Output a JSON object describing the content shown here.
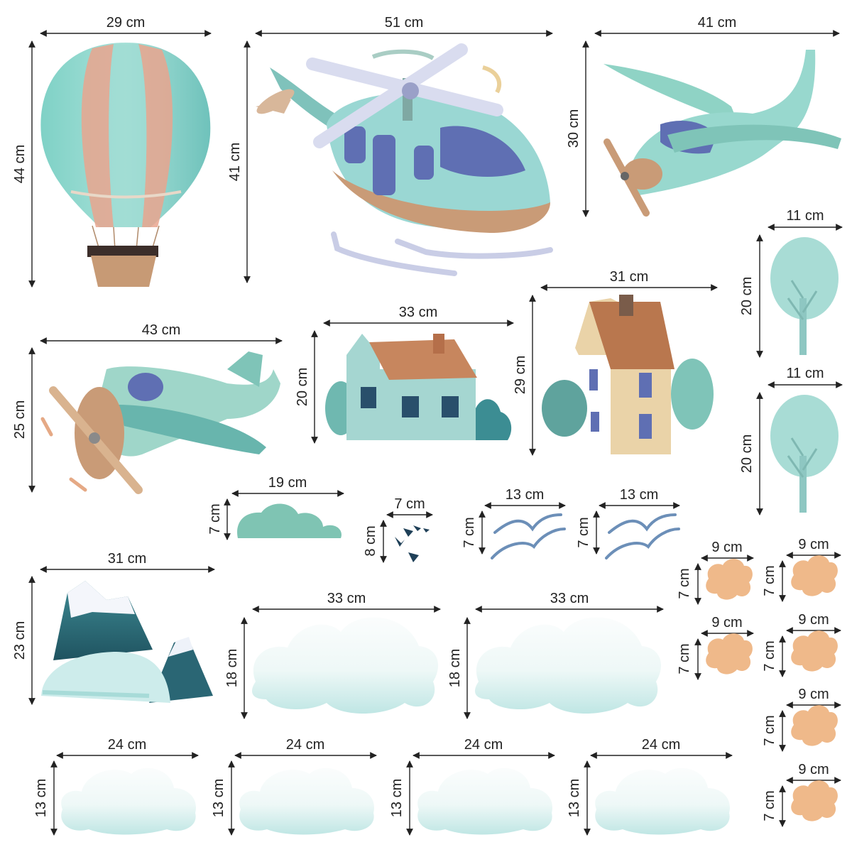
{
  "stickers": [
    {
      "id": "balloon",
      "width": "29 cm",
      "height": "44 cm"
    },
    {
      "id": "helicopter",
      "width": "51 cm",
      "height": "41 cm"
    },
    {
      "id": "plane-right",
      "width": "41 cm",
      "height": "30 cm"
    },
    {
      "id": "tree-1",
      "width": "11 cm",
      "height": "20 cm"
    },
    {
      "id": "tree-2",
      "width": "11 cm",
      "height": "20 cm"
    },
    {
      "id": "plane-left",
      "width": "43 cm",
      "height": "25 cm"
    },
    {
      "id": "house-teal",
      "width": "33 cm",
      "height": "20 cm"
    },
    {
      "id": "house-tall",
      "width": "31 cm",
      "height": "29 cm"
    },
    {
      "id": "small-cloud",
      "width": "19 cm",
      "height": "7 cm"
    },
    {
      "id": "birds-small",
      "width": "7 cm",
      "height": "8 cm"
    },
    {
      "id": "birds-1",
      "width": "13 cm",
      "height": "7 cm"
    },
    {
      "id": "birds-2",
      "width": "13 cm",
      "height": "7 cm"
    },
    {
      "id": "mountain",
      "width": "31 cm",
      "height": "23 cm"
    },
    {
      "id": "cloud-large-1",
      "width": "33 cm",
      "height": "18 cm"
    },
    {
      "id": "cloud-large-2",
      "width": "33 cm",
      "height": "18 cm"
    },
    {
      "id": "flower-cloud-1",
      "width": "9 cm",
      "height": "7 cm"
    },
    {
      "id": "flower-cloud-2",
      "width": "9 cm",
      "height": "7 cm"
    },
    {
      "id": "flower-cloud-3",
      "width": "9 cm",
      "height": "7 cm"
    },
    {
      "id": "flower-cloud-4",
      "width": "9 cm",
      "height": "7 cm"
    },
    {
      "id": "flower-cloud-5",
      "width": "9 cm",
      "height": "7 cm"
    },
    {
      "id": "flower-cloud-6",
      "width": "9 cm",
      "height": "7 cm"
    },
    {
      "id": "cloud-medium-1",
      "width": "24 cm",
      "height": "13 cm"
    },
    {
      "id": "cloud-medium-2",
      "width": "24 cm",
      "height": "13 cm"
    },
    {
      "id": "cloud-medium-3",
      "width": "24 cm",
      "height": "13 cm"
    },
    {
      "id": "cloud-medium-4",
      "width": "24 cm",
      "height": "13 cm"
    }
  ],
  "colors": {
    "dimension_line": "#222222",
    "teal": "#8fd3cc",
    "teal_dark": "#2f6f7a",
    "wood": "#d2a27a",
    "roof": "#b9774e",
    "peach": "#efb98a",
    "cloud": "#e6f4f3",
    "blue_window": "#5f6fb3"
  }
}
